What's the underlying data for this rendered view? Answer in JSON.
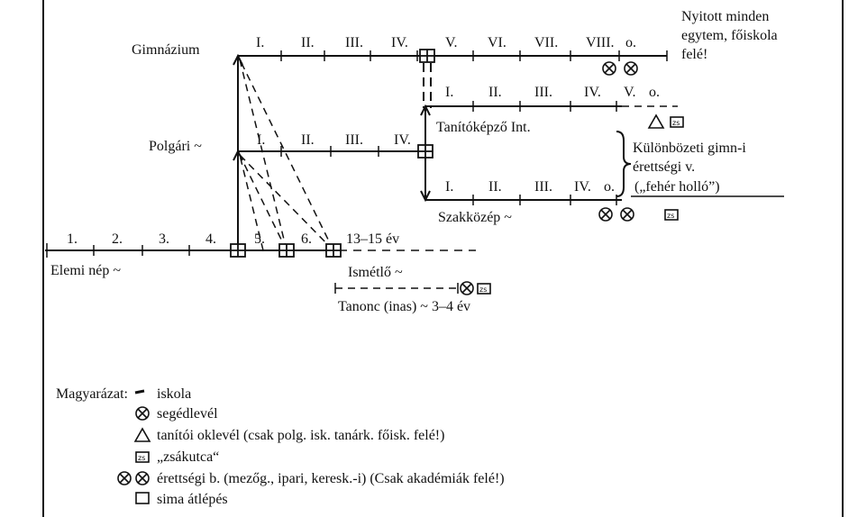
{
  "diagram": {
    "title": "",
    "schools": {
      "gimnazium": "Gimnázium",
      "polgari": "Polgári ~",
      "elemi": "Elemi nép ~",
      "tanitokepzo": "Tanítóképző Int.",
      "szakkozep": "Szakközép ~",
      "ismetlo": "Ismétlő ~",
      "tanonc": "Tanonc (inas) ~ 3–4 év"
    },
    "grades": {
      "gimnazium": [
        "I.",
        "II.",
        "III.",
        "IV.",
        "V.",
        "VI.",
        "VII.",
        "VIII.",
        "o."
      ],
      "polgari": [
        "I.",
        "II.",
        "III.",
        "IV."
      ],
      "elemi": [
        "1.",
        "2.",
        "3.",
        "4.",
        "5.",
        "6."
      ],
      "tanitokepzo": [
        "I.",
        "II.",
        "III.",
        "IV.",
        "V.",
        "o."
      ],
      "szakkozep": [
        "I.",
        "II.",
        "III.",
        "IV.",
        "o."
      ]
    },
    "notes": {
      "nyitott": "Nyitott minden\negytem, főiskola\nfelé!",
      "kulonbozeti": "Különbözeti gimn-i\nérettségi v.",
      "feher_hollo": "(„fehér holló”)",
      "age": "13–15 év"
    }
  },
  "legend": {
    "title": "Magyarázat:",
    "items": [
      {
        "symbol": "~",
        "text": "iskola"
      },
      {
        "symbol": "circle-x",
        "text": "segédlevél"
      },
      {
        "symbol": "triangle",
        "text": "tanítói oklevél (csak polg. isk. tanárk. főisk. felé!)"
      },
      {
        "symbol": "zs-box",
        "text": "„zsákutca“"
      },
      {
        "symbol": "double-circle-x",
        "text": "érettségi b. (mezőg., ipari, keresk.-i) (Csak akadémiák felé!)"
      },
      {
        "symbol": "square",
        "text": "sima átlépés"
      }
    ]
  }
}
